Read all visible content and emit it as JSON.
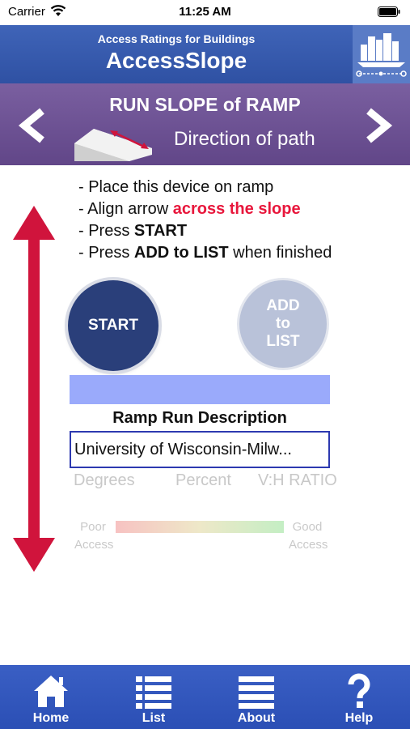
{
  "status_bar": {
    "carrier": "Carrier",
    "time": "11:25 AM"
  },
  "header": {
    "subtitle": "Access Ratings for Buildings",
    "title": "AccessSlope"
  },
  "banner": {
    "title": "RUN SLOPE of RAMP",
    "subtitle": "Direction of path"
  },
  "instructions": {
    "line1": "- Place this device on ramp",
    "line2_prefix": "- Align arrow ",
    "line2_emphasis": "across the slope",
    "line3_prefix": "- Press ",
    "line3_emphasis": "START",
    "line4_prefix": "- Press ",
    "line4_emphasis": "ADD to LIST",
    "line4_suffix": " when finished"
  },
  "buttons": {
    "start": "START",
    "add_line1": "ADD",
    "add_line2": "to",
    "add_line3": "LIST"
  },
  "description": {
    "label": "Ramp Run Description",
    "value": "University of Wisconsin-Milw..."
  },
  "units": {
    "degrees": "Degrees",
    "percent": "Percent",
    "ratio": "V:H RATIO"
  },
  "access_scale": {
    "poor_line1": "Poor",
    "poor_line2": "Access",
    "good_line1": "Good",
    "good_line2": "Access"
  },
  "tabs": {
    "home": "Home",
    "list": "List",
    "about": "About",
    "help": "Help"
  },
  "icons": {
    "wifi": "wifi-icon",
    "battery": "battery-icon",
    "logo": "building-logo-icon",
    "prev": "chevron-left-icon",
    "next": "chevron-right-icon",
    "ramp": "ramp-icon",
    "slope_arrow": "double-arrow-icon",
    "home": "home-icon",
    "list": "list-icon",
    "about": "menu-icon",
    "help": "question-mark-icon"
  },
  "colors": {
    "header_blue": "#3a5fc0",
    "banner_purple": "#6e529a",
    "accent_red": "#d0143c",
    "warning_text": "#e8173c",
    "start_button": "#2a3f7a",
    "add_button": "#b9c2d9",
    "result_bar": "#9aaafb",
    "tab_bar": "#3258c0"
  }
}
